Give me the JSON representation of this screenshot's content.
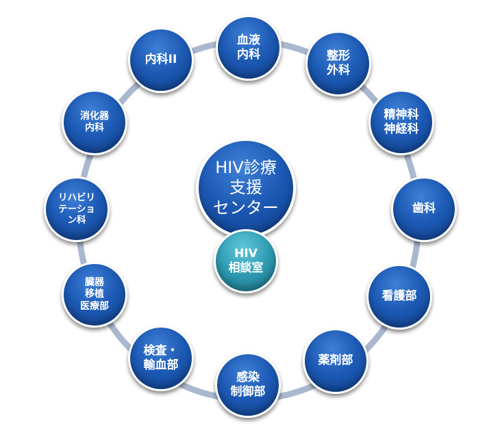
{
  "diagram": {
    "center": {
      "label": "HIV診療\n支援\nセンター"
    },
    "sub_center": {
      "label": "HIV\n相談室"
    },
    "departments": [
      {
        "label": "血液\n内科"
      },
      {
        "label": "整形\n外科"
      },
      {
        "label": "精神科\n神経科"
      },
      {
        "label": "歯科"
      },
      {
        "label": "看護部"
      },
      {
        "label": "薬剤部"
      },
      {
        "label": "感染\n制御部"
      },
      {
        "label": "検査・\n輸血部"
      },
      {
        "label": "臓器\n移植\n医療部"
      },
      {
        "label": "リハビリ\nテーショ\nン科"
      },
      {
        "label": "消化器\n内科"
      },
      {
        "label": "内科II"
      }
    ]
  },
  "colors": {
    "node_blue": "#1d5bb6",
    "sub_teal": "#2e9bb2",
    "ring": "#aab8cf"
  }
}
